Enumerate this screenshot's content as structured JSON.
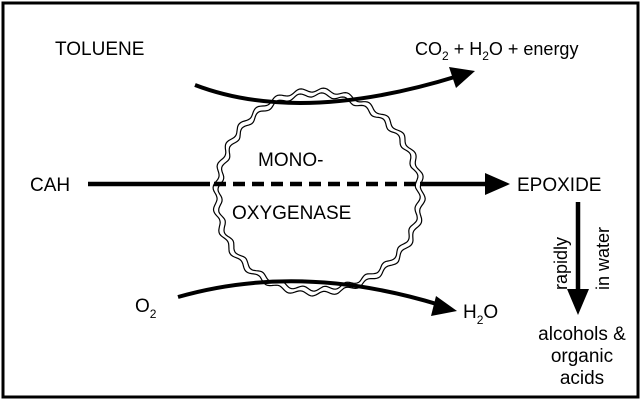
{
  "colors": {
    "stroke": "#000000",
    "background": "#ffffff"
  },
  "labels": {
    "toluene": "TOLUENE",
    "co2": "CO",
    "co2_sub": "2",
    "h2o_plus": " + H",
    "h2o_plus_sub": "2",
    "energy": "O + energy",
    "cah": "CAH",
    "mono": "MONO-",
    "oxygenase": "OXYGENASE",
    "epoxide": "EPOXIDE",
    "rapidly": "rapidly",
    "in_water": "in water",
    "o2": "O",
    "o2_sub": "2",
    "h2o_out": "H",
    "h2o_out_sub": "2",
    "h2o_out_o": "O",
    "alcohols_line1": "alcohols &",
    "alcohols_line2": "organic",
    "alcohols_line3": "acids"
  }
}
